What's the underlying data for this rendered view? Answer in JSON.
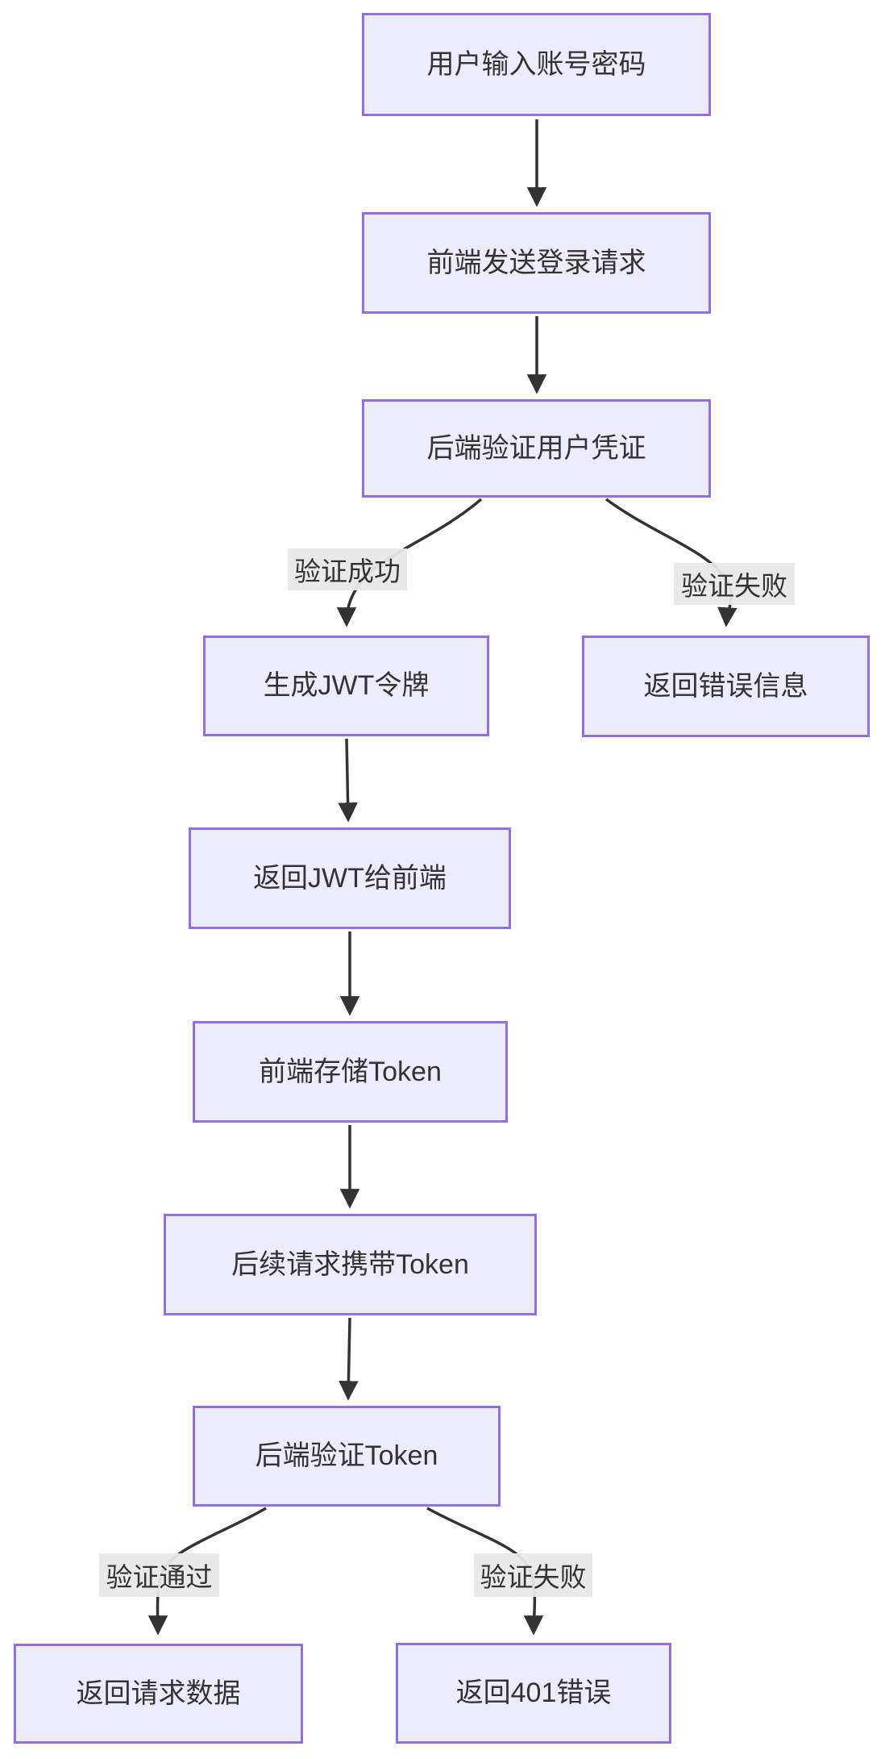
{
  "diagram": {
    "type": "flowchart",
    "direction": "top-down",
    "theme": "mermaid-default"
  },
  "colors": {
    "node_fill": "#ECECFF",
    "node_border": "#9370DB",
    "edge": "#333333",
    "edge_label_bg": "#E8E8E8",
    "text": "#333333",
    "background": "#FFFFFF"
  },
  "nodes": [
    {
      "id": "A",
      "label": "用户输入账号密码"
    },
    {
      "id": "B",
      "label": "前端发送登录请求"
    },
    {
      "id": "C",
      "label": "后端验证用户凭证"
    },
    {
      "id": "D",
      "label": "生成JWT令牌"
    },
    {
      "id": "E",
      "label": "返回错误信息"
    },
    {
      "id": "F",
      "label": "返回JWT给前端"
    },
    {
      "id": "G",
      "label": "前端存储Token"
    },
    {
      "id": "H",
      "label": "后续请求携带Token"
    },
    {
      "id": "I",
      "label": "后端验证Token"
    },
    {
      "id": "J",
      "label": "返回请求数据"
    },
    {
      "id": "K",
      "label": "返回401错误"
    }
  ],
  "edges": [
    {
      "from": "用户输入账号密码",
      "to": "前端发送登录请求",
      "label": ""
    },
    {
      "from": "前端发送登录请求",
      "to": "后端验证用户凭证",
      "label": ""
    },
    {
      "from": "后端验证用户凭证",
      "to": "生成JWT令牌",
      "label": "验证成功"
    },
    {
      "from": "后端验证用户凭证",
      "to": "返回错误信息",
      "label": "验证失败"
    },
    {
      "from": "生成JWT令牌",
      "to": "返回JWT给前端",
      "label": ""
    },
    {
      "from": "返回JWT给前端",
      "to": "前端存储Token",
      "label": ""
    },
    {
      "from": "前端存储Token",
      "to": "后续请求携带Token",
      "label": ""
    },
    {
      "from": "后续请求携带Token",
      "to": "后端验证Token",
      "label": ""
    },
    {
      "from": "后端验证Token",
      "to": "返回请求数据",
      "label": "验证通过"
    },
    {
      "from": "后端验证Token",
      "to": "返回401错误",
      "label": "验证失败"
    }
  ],
  "edge_labels": [
    {
      "text": "验证成功"
    },
    {
      "text": "验证失败"
    },
    {
      "text": "验证通过"
    },
    {
      "text": "验证失败"
    }
  ]
}
